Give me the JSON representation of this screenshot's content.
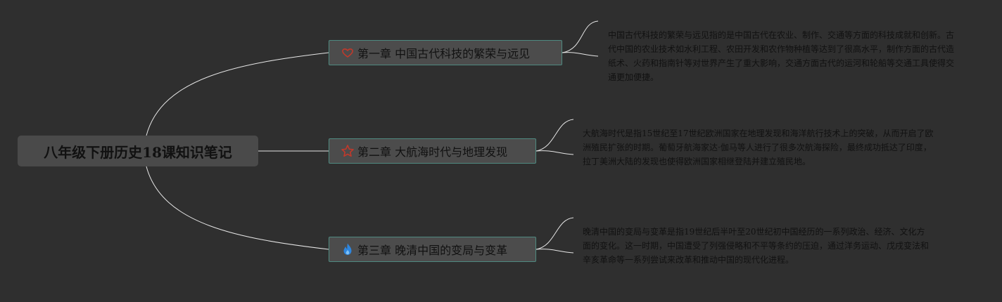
{
  "root": {
    "title": "八年级下册历史18课知识笔记"
  },
  "chapters": [
    {
      "title": "第一章 中国古代科技的繁荣与远见",
      "icon": "heart-outline-icon",
      "icon_color": "#c0392b",
      "note": "中国古代科技的繁荣与远见指的是中国古代在农业、制作、交通等方面的科技成就和创新。古代中国的农业技术如水利工程、农田开发和农作物种植等达到了很高水平，制作方面的古代造纸术、火药和指南针等对世界产生了重大影响，交通方面古代的运河和轮船等交通工具使得交通更加便捷。"
    },
    {
      "title": "第二章 大航海时代与地理发现",
      "icon": "star-outline-icon",
      "icon_color": "#c0392b",
      "note": "大航海时代是指15世纪至17世纪欧洲国家在地理发现和海洋航行技术上的突破，从而开启了欧洲殖民扩张的时期。葡萄牙航海家达·伽马等人进行了很多次航海探险，最终成功抵达了印度，拉丁美洲大陆的发现也使得欧洲国家相继登陆并建立殖民地。"
    },
    {
      "title": "第三章 晚清中国的变局与变革",
      "icon": "flame-icon",
      "icon_color": "#2e86de",
      "note": "晚清中国的变局与变革是指19世纪后半叶至20世纪初中国经历的一系列政治、经济、文化方面的变化。这一时期，中国遭受了列强侵略和不平等条约的压迫，通过洋务运动、戊戌变法和辛亥革命等一系列尝试来改革和推动中国的现代化进程。"
    }
  ],
  "colors": {
    "background": "#2f2f2f",
    "connector": "#e6e6e6",
    "chapter_border": "#4f8a80"
  }
}
